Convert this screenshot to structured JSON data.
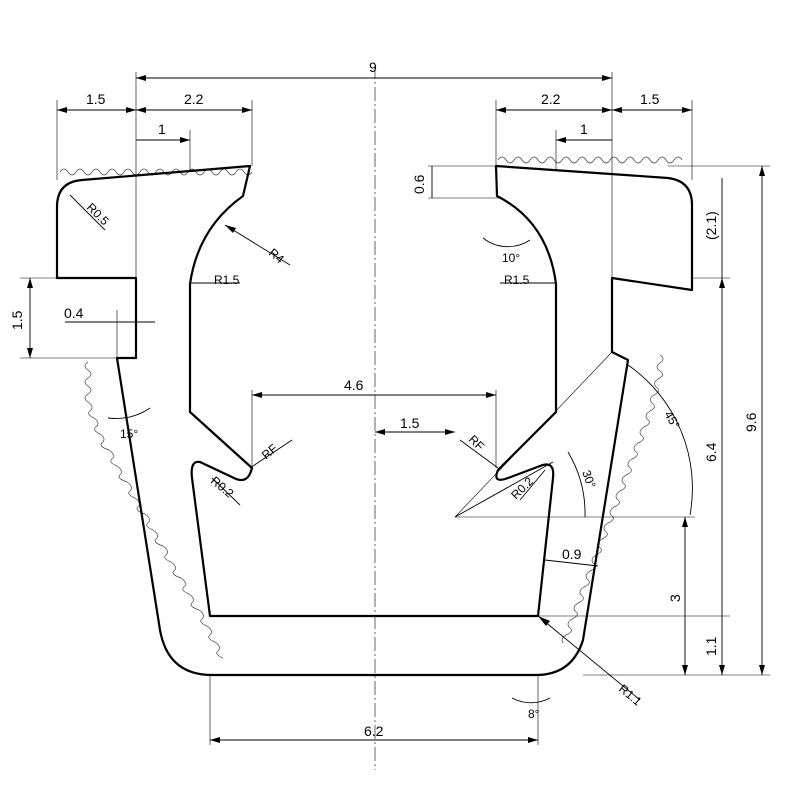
{
  "dimensions": {
    "overall_width": "9",
    "top_left_width": "1.5",
    "top_right_width": "1.5",
    "left_lip": "2.2",
    "right_lip": "2.2",
    "left_step": "1",
    "right_step": "1",
    "left_height": "1.5",
    "left_notch": "0.4",
    "lip_gap": "4.6",
    "center_offset": "1.5",
    "top_chamfer": "0.6",
    "right_flange_height": "(2.1)",
    "inner_height": "6.4",
    "total_height": "9.6",
    "base_offset": "3",
    "base_thickness": "1.1",
    "wall_thickness": "0.9",
    "bottom_width": "6.2"
  },
  "radii": {
    "r_left_corner": "R0.5",
    "r_large": "R4",
    "r_left_neck": "R1.5",
    "r_right_neck": "R1.5",
    "rf_left": "RF",
    "rf_right": "RF",
    "r_tip_left": "R0.2",
    "r_tip_right": "R0.2",
    "r_bottom": "R1.1"
  },
  "angles": {
    "a10": "10°",
    "a15": "15°",
    "a30": "30°",
    "a45": "45°",
    "a8": "8°"
  }
}
